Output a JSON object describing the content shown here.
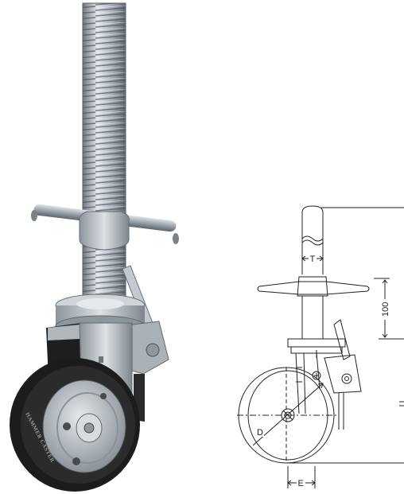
{
  "photo": {
    "tire_brand_text": "HAMMER CASTER"
  },
  "drawing": {
    "label_t": "T",
    "label_100": "100",
    "label_d": "D",
    "label_e": "E"
  },
  "colors": {
    "steel": "#b9c0c6",
    "rubber": "#1c1c1c",
    "line": "#222222"
  }
}
